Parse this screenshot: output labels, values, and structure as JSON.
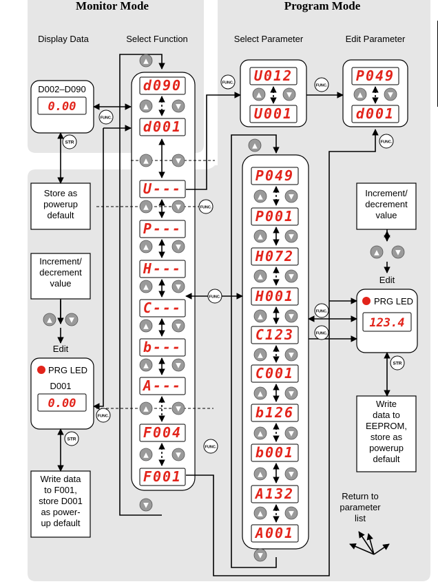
{
  "monitor_mode": {
    "title": "Monitor Mode",
    "display_data": "Display Data",
    "select_function": "Select Function",
    "range_label": "D002–D090",
    "display_value": "0.00"
  },
  "program_mode": {
    "title": "Program Mode",
    "select_parameter": "Select Parameter",
    "edit_parameter": "Edit Parameter"
  },
  "function_list": [
    "d090",
    "d001",
    "U---",
    "P---",
    "H---",
    "C---",
    "b---",
    "A---",
    "F004",
    "F001"
  ],
  "parameter_list": [
    "P049",
    "P001",
    "H072",
    "H001",
    "C123",
    "C001",
    "b126",
    "b001",
    "A132",
    "A001"
  ],
  "select_param_panel": [
    "U012",
    "U001"
  ],
  "edit_param_panel": [
    "P049",
    "d001"
  ],
  "left_edit": {
    "store_box": [
      "Store as",
      "powerup",
      "default"
    ],
    "increment_box": [
      "Increment/",
      "decrement",
      "value"
    ],
    "edit_label": "Edit",
    "prg_led": "PRG LED",
    "param": "D001",
    "value": "0.00",
    "write_box": [
      "Write data",
      "to F001,",
      "store D001",
      "as power-",
      "up default"
    ]
  },
  "right_edit": {
    "increment_box": [
      "Increment/",
      "decrement",
      "value"
    ],
    "edit_label": "Edit",
    "prg_led": "PRG LED",
    "value": "123.4",
    "write_box": [
      "Write",
      "data to",
      "EEPROM,",
      "store as",
      "powerup",
      "default"
    ],
    "return_label": [
      "Return to",
      "parameter",
      "list"
    ]
  },
  "buttons": {
    "func": "FUNC.",
    "str": "STR"
  },
  "colors": {
    "led_red": "#e2241b",
    "panel_gray": "#e6e6e6",
    "button_gray": "#9a9a9a"
  }
}
